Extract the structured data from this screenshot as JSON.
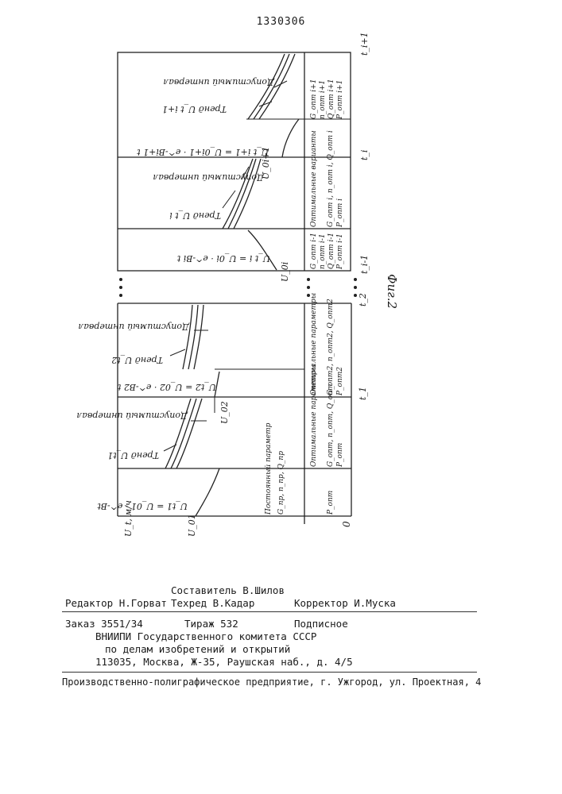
{
  "page_number": "1330306",
  "figure": {
    "caption": "Фиг.2",
    "axis_label": "U_t, м/ч",
    "origin_label": "0",
    "time_marks": [
      "t_i+1",
      "t_i",
      "t_i-1",
      "t_2",
      "t_1"
    ],
    "upper_panel": {
      "trend_next": "Тренд U_t i+1",
      "tolerance_next": "Допустимый интервал",
      "formula_next": "U_t i+1 = U_0i+1 · e^-Bi+1 t",
      "start_next": "U_0i+1",
      "trend_cur": "Тренд U_t i",
      "tolerance_cur": "Допустимый интервал",
      "formula_cur": "U_t i = U_0i · e^-Bi t",
      "start_cur": "U_0i",
      "params_next": [
        "G_опт i+1",
        "n_опт i+1",
        "Q_опт i+1",
        "P_опт i+1"
      ],
      "params_cur_title": "Оптимальные варианты",
      "params_cur": [
        "G_опт i, n_опт i, Q_опт i",
        "P_опт i"
      ],
      "params_prev": [
        "G_опт i-1",
        "n_опт i-1",
        "Q_опт i-1",
        "P_опт i-1"
      ]
    },
    "lower_panel": {
      "trend_2": "Тренд U_t2",
      "tolerance_2": "Допустимый интервал",
      "formula_2": "U_t2 = U_02 · e^-B2 t",
      "start_2": "U_02",
      "trend_1": "Тренд U_t1",
      "tolerance_1": "Допустимый интервал",
      "formula_1": "U_t1 = U_01 · e^-Bt",
      "start_1": "U_01",
      "params_2_title": "Оптимальные параметры",
      "params_2": [
        "G_опт2, n_опт2, Q_опт2",
        "P_опт2"
      ],
      "params_1_title": "Оптимальные параметры",
      "params_1": [
        "G_опт, n_опт, Q_опт",
        "P_опт"
      ],
      "params_0": [
        "Постоянный параметр",
        "G_пр, n_пр, Q_пр",
        "P_опт"
      ]
    }
  },
  "credits": {
    "compiler": "Составитель В.Шилов",
    "editor": "Редактор Н.Горват",
    "techred": "Техред В.Кадар",
    "corrector": "Корректор И.Муска",
    "order": "Заказ 3551/34",
    "circulation": "Тираж 532",
    "subscription": "Подписное",
    "org_line1": "ВНИИПИ Государственного комитета СССР",
    "org_line2": "по делам изобретений и открытий",
    "org_line3": "113035, Москва, Ж-35, Раушская наб., д. 4/5",
    "printer": "Производственно-полиграфическое предприятие, г. Ужгород, ул. Проектная, 4"
  }
}
